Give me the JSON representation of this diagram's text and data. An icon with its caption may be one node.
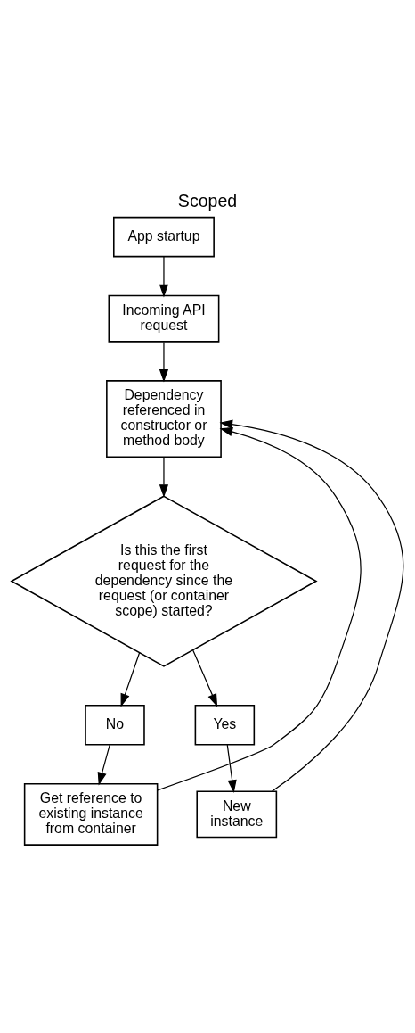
{
  "diagram": {
    "title": "Scoped",
    "nodes": [
      {
        "text": [
          "App startup"
        ]
      },
      {
        "text": [
          "Incoming API request"
        ]
      },
      {
        "text": [
          "Dependency referenced in constructor or method body"
        ]
      },
      {
        "text": [
          "Is this the first request for the dependency since the request (or container scope) started?"
        ]
      },
      {
        "text": [
          "No"
        ]
      },
      {
        "text": [
          "Yes"
        ]
      },
      {
        "text": [
          "Get reference to existing instance from container"
        ]
      },
      {
        "text": [
          "New instance"
        ]
      }
    ],
    "edges": [
      {
        "from": 0,
        "to": 1,
        "arrow": "to"
      },
      {
        "from": 1,
        "to": 2,
        "arrow": "to"
      },
      {
        "from": 2,
        "to": 3,
        "arrow": "to"
      },
      {
        "from": 3,
        "to": 4,
        "arrow": "to"
      },
      {
        "from": 3,
        "to": 5,
        "arrow": "to"
      },
      {
        "from": 4,
        "to": 6,
        "arrow": "to"
      },
      {
        "from": 5,
        "to": 7,
        "arrow": "to"
      },
      {
        "from": 6,
        "to": 2,
        "arrow": "to"
      },
      {
        "from": 7,
        "to": 2,
        "arrow": "to"
      }
    ]
  }
}
